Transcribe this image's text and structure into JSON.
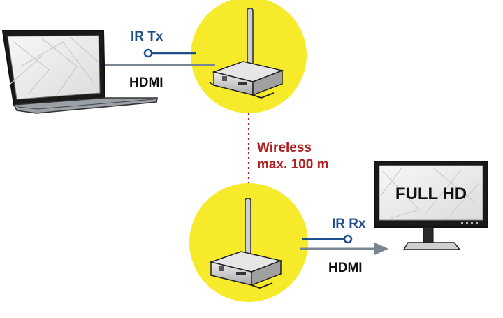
{
  "tx_ir_label": "IR Tx",
  "tx_hdmi_label": "HDMI",
  "wireless_line1": "Wireless",
  "wireless_line2": "max. 100 m",
  "rx_ir_label": "IR Rx",
  "rx_hdmi_label": "HDMI",
  "monitor_screen_text": "FULL HD",
  "colors": {
    "circle": "#f7ea2a",
    "ir_blue": "#1f4e8c",
    "wireless_red": "#b02020",
    "hdmi_line": "#7a8592",
    "label_black": "#111111"
  },
  "icons": [
    "laptop-icon",
    "transmitter-device-icon",
    "receiver-device-icon",
    "monitor-icon",
    "antenna-icon"
  ]
}
